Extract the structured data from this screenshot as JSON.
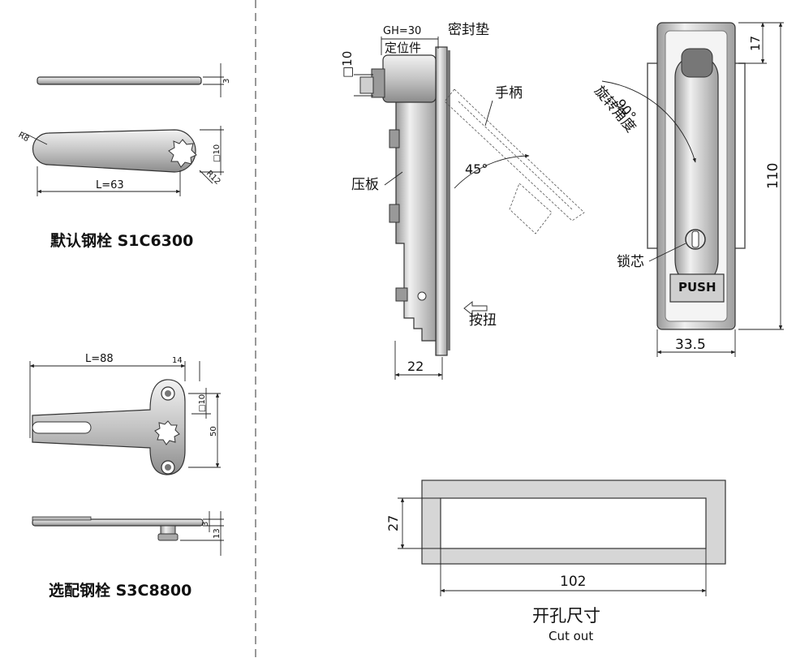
{
  "left_panel": {
    "s1": {
      "caption": "默认钢栓 S1C6300",
      "dims": {
        "thickness": "3",
        "length": "L=63",
        "radius_tip": "R8",
        "radius_end": "R12",
        "square": "□10"
      }
    },
    "s3": {
      "caption": "选配钢栓 S3C8800",
      "dims": {
        "length": "L=88",
        "offset": "14",
        "square": "□10",
        "spacing": "50",
        "thickness": "3",
        "height": "13"
      }
    }
  },
  "side_view": {
    "gh": "GH=30",
    "gasket": "密封垫",
    "locator": "定位件",
    "square": "□10",
    "handle": "手柄",
    "plate": "压板",
    "angle_open": "45°",
    "push_button": "按扭",
    "depth": "22"
  },
  "front_view": {
    "rotation_angle": "90°",
    "rotation_label": "旋转角度",
    "top_dim": "17",
    "height": "110",
    "width": "33.5",
    "lock_core": "锁芯",
    "push_text": "PUSH"
  },
  "cutout": {
    "height": "27",
    "width": "102",
    "title": "开孔尺寸",
    "subtitle": "Cut out"
  },
  "colors": {
    "ink": "#111111",
    "metal_light": "#dcdcdc",
    "metal_mid": "#a9a9a9",
    "metal_dark": "#555555",
    "cutout_fill": "#d6d6d6"
  }
}
